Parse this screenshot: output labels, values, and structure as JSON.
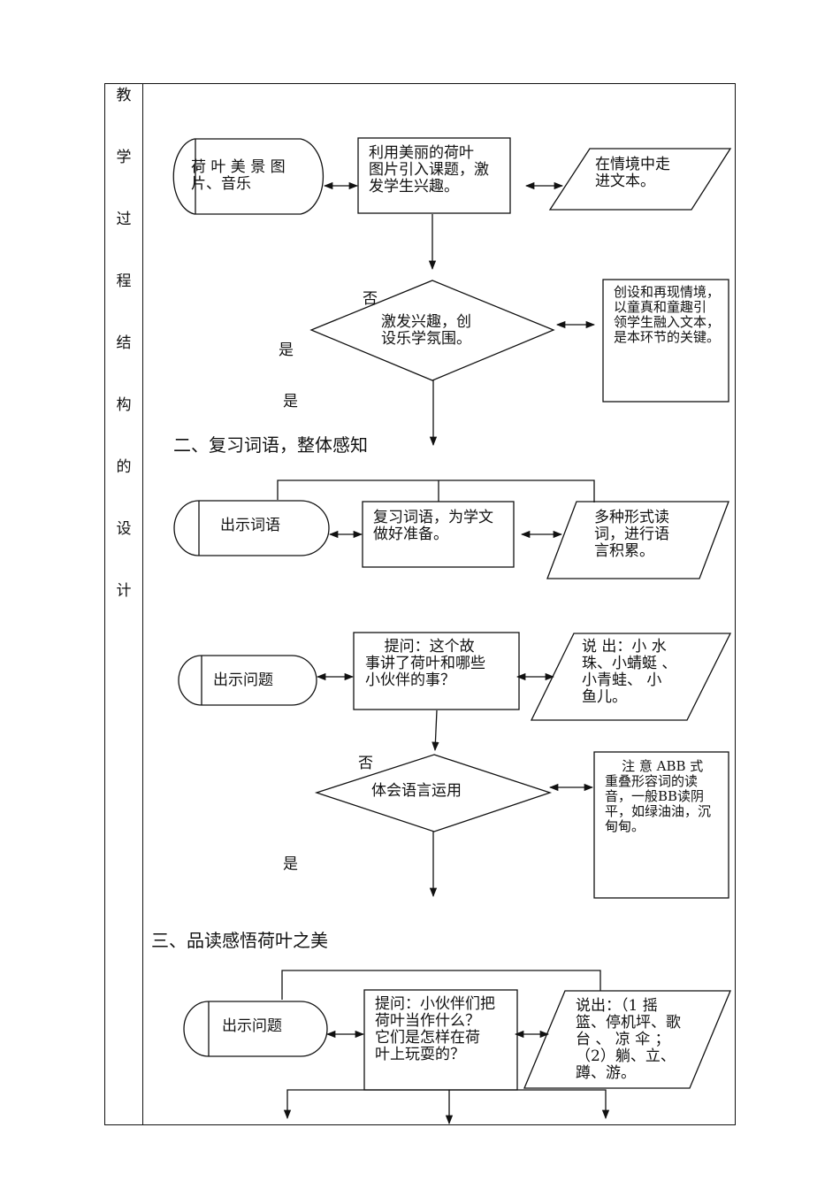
{
  "sidebar": {
    "chars": [
      "教",
      "学",
      "过",
      "程",
      "结",
      "构",
      "的",
      "设",
      "计"
    ]
  },
  "section1": {
    "terminator": "荷 叶 美 景 图\n片、音乐",
    "process": "利用美丽的荷叶\n图片引入课题，激\n发学生兴趣。",
    "parallelogram": "在情境中走\n进文本。",
    "decision": "激发兴趣，创\n设乐学氛围。",
    "no_label": "否",
    "yes_label_1": "是",
    "yes_label_2": "是",
    "note": "创设和再现情境，\n以童真和童趣引\n领学生融入文本，\n是本环节的关键。"
  },
  "section2": {
    "heading": "二、复习词语，整体感知",
    "terminator": "出示词语",
    "process": "复习词语，为学文\n做好准备。",
    "parallelogram": "多种形式读\n词，进行语\n言积累。",
    "q_terminator": "出示问题",
    "q_process": "    提问：这个故\n事讲了荷叶和哪些\n小伙伴的事？",
    "q_parallelogram": "说 出：小 水\n珠、小蜻蜓 、\n小青蛙、 小\n鱼儿。",
    "decision": "体会语言运用",
    "no_label": "否",
    "yes_label": "是",
    "note": "    注 意 ABB 式\n重叠形容词的读\n音，一般BB读阴\n平，如绿油油，沉\n甸甸。"
  },
  "section3": {
    "heading": "三、品读感悟荷叶之美",
    "terminator": "出示问题",
    "process": "提问：小伙伴们把\n荷叶当作什么？\n它们是怎样在荷\n叶上玩耍的？",
    "parallelogram": "说出：（1 摇\n篮、停机坪、歌\n台 、 凉 伞 ；\n（2）躺、立、\n蹲、游。"
  }
}
